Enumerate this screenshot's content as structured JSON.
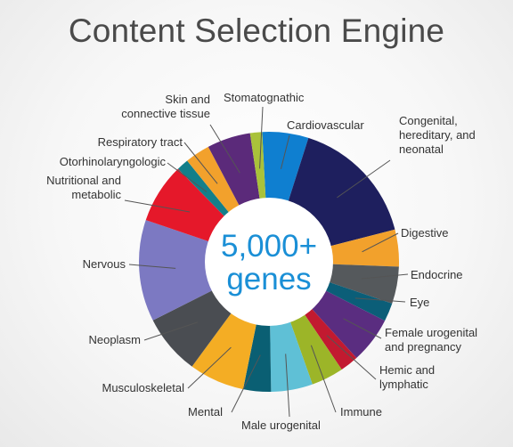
{
  "page": {
    "title": "Content Selection Engine"
  },
  "chart_data": {
    "type": "pie",
    "donut": true,
    "center_text": [
      "5,000+",
      "genes"
    ],
    "slices": [
      {
        "label": "Cardiovascular",
        "color": "#0f7fd0",
        "value": 5
      },
      {
        "label": "Congenital, hereditary, and neonatal",
        "color": "#1e1f5e",
        "value": 14
      },
      {
        "label": "Digestive",
        "color": "#f2a12c",
        "value": 4
      },
      {
        "label": "Endocrine",
        "color": "#55595c",
        "value": 4
      },
      {
        "label": "Eye",
        "color": "#0b5e78",
        "value": 2
      },
      {
        "label": "Female urogenital and pregnancy",
        "color": "#5a2d80",
        "value": 5
      },
      {
        "label": "Hemic and lymphatic",
        "color": "#c21a30",
        "value": 2
      },
      {
        "label": "Immune",
        "color": "#9cb528",
        "value": 3.5
      },
      {
        "label": "Male urogenital",
        "color": "#5fc0d6",
        "value": 4.5
      },
      {
        "label": "Mental",
        "color": "#0a5f73",
        "value": 3
      },
      {
        "label": "Musculoskeletal",
        "color": "#f4ad24",
        "value": 6
      },
      {
        "label": "Neoplasm",
        "color": "#4a4d52",
        "value": 6.5
      },
      {
        "label": "Nervous",
        "color": "#7c79c2",
        "value": 11
      },
      {
        "label": "Nutritional and metabolic",
        "color": "#e5182a",
        "value": 6.5
      },
      {
        "label": "Otorhinolaryngologic",
        "color": "#137f8a",
        "value": 1.3
      },
      {
        "label": "Respiratory tract",
        "color": "#f2a12c",
        "value": 2.7
      },
      {
        "label": "Skin and connective tissue",
        "color": "#5b2a7a",
        "value": 4.7
      },
      {
        "label": "Stomatognathic",
        "color": "#a9c23a",
        "value": 1.3
      }
    ]
  }
}
